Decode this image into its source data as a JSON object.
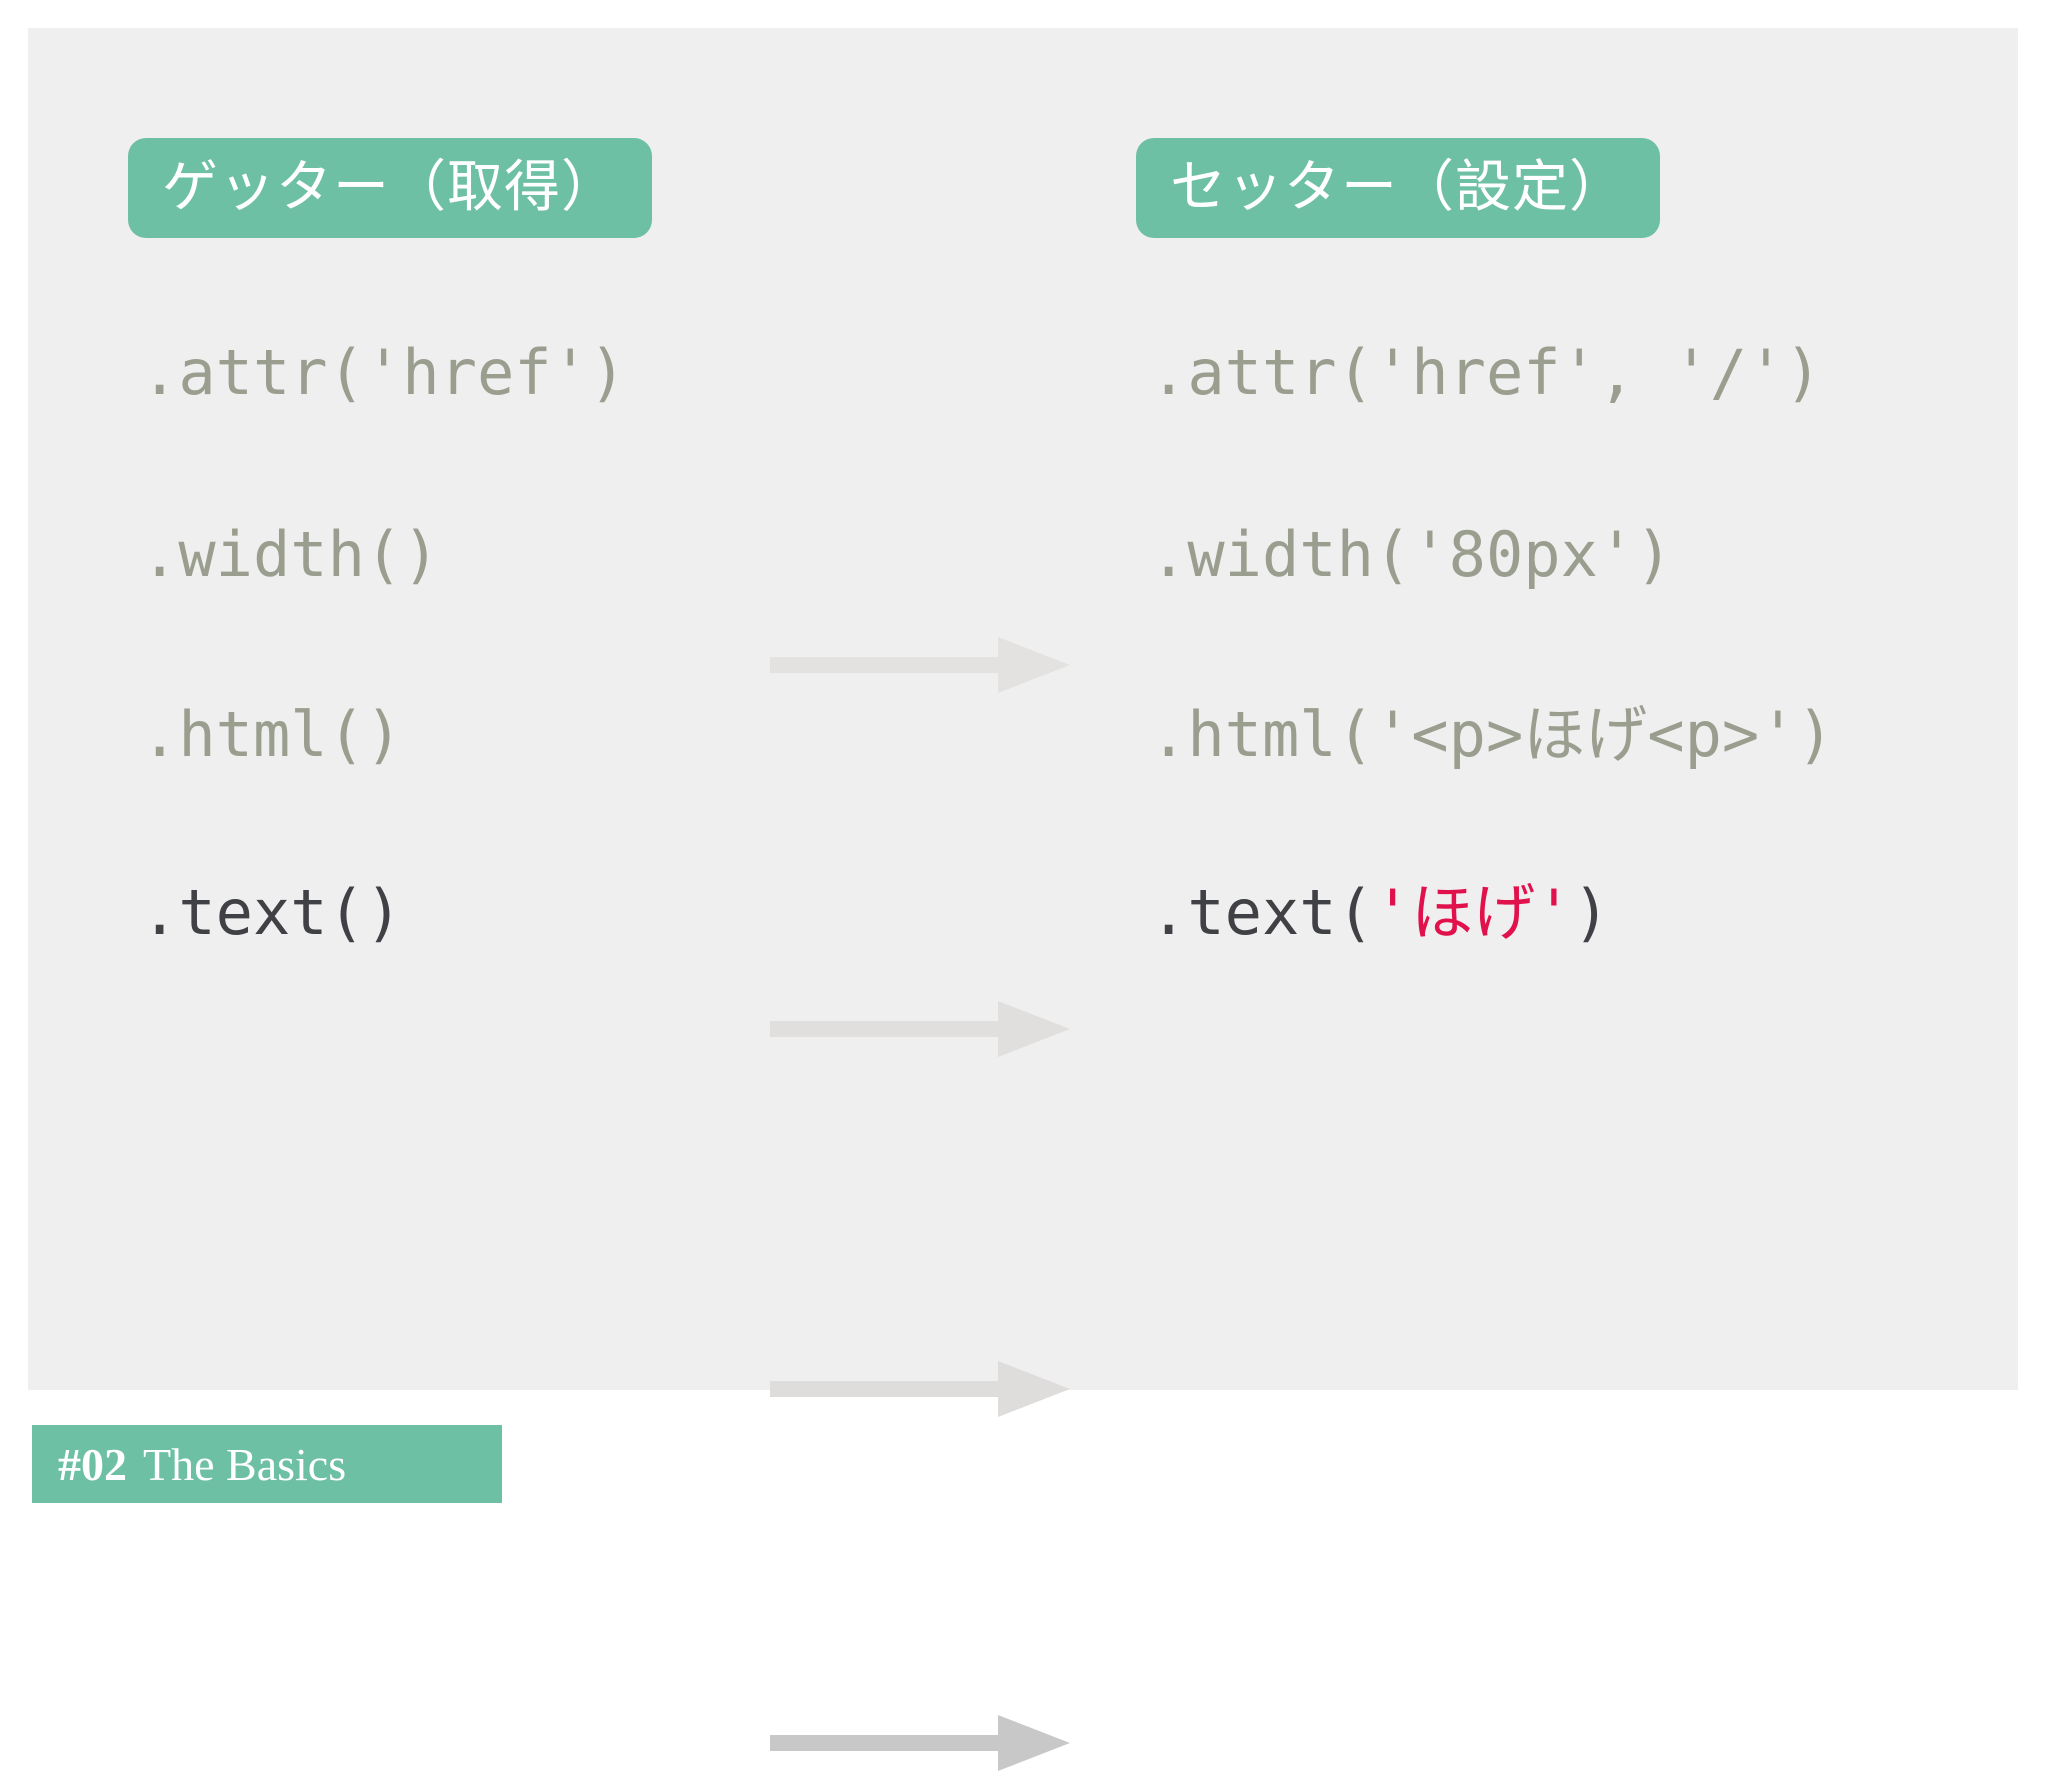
{
  "slide": {
    "background_color": "#ffffff",
    "panel_color": "#f0eff0",
    "accent_color": "#6ec0a5",
    "muted_code_color": "#9a9e8e",
    "strong_code_color": "#3f4144",
    "highlight_color": "#e1114c"
  },
  "headers": {
    "getter": "ゲッター（取得）",
    "setter": "セッター（設定）"
  },
  "rows": [
    {
      "getter": ".attr('href')",
      "setter_prefix": ".attr('href', '/')",
      "setter_highlight": "",
      "setter_suffix": "",
      "emphasis": false,
      "arrow_color": "#e3e2e0"
    },
    {
      "getter": ".width()",
      "setter_prefix": ".width('80px')",
      "setter_highlight": "",
      "setter_suffix": "",
      "emphasis": false,
      "arrow_color": "#e0dfdd"
    },
    {
      "getter": ".html()",
      "setter_prefix": ".html('<p>ほげ<p>')",
      "setter_highlight": "",
      "setter_suffix": "",
      "emphasis": false,
      "arrow_color": "#dedddb"
    },
    {
      "getter": ".text()",
      "setter_prefix": ".text(",
      "setter_highlight": "'ほげ'",
      "setter_suffix": ")",
      "emphasis": true,
      "arrow_color": "#c9c8c8"
    }
  ],
  "footer": {
    "number": "#02",
    "title": "The Basics"
  }
}
